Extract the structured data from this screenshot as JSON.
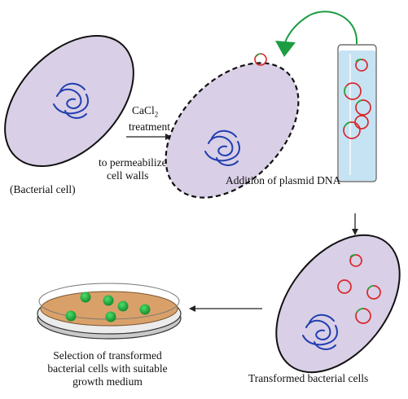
{
  "labels": {
    "cacl2": "CaCl",
    "cacl2_sub": "2",
    "treatment": "treatment",
    "to_permeabilize": "to permeabilize",
    "cell_walls": "cell walls",
    "bacterial_cell": "(Bacterial cell)",
    "addition_plasmid": "Addition of plasmid DNA",
    "transformed_cells": "Transformed bacterial cells",
    "selection_line1": "Selection of transformed",
    "selection_line2": "bacterial cells with suitable",
    "selection_line3": "growth medium"
  },
  "colors": {
    "cell_fill": "#d9cfe6",
    "cell_stroke": "#111111",
    "dna": "#1f3fb0",
    "plasmid": "#d8262a",
    "tube_liquid": "#c6e3f4",
    "petri_medium": "#d9a169",
    "colony": "#1fae3c",
    "curved_arrow": "#1c9d41"
  }
}
